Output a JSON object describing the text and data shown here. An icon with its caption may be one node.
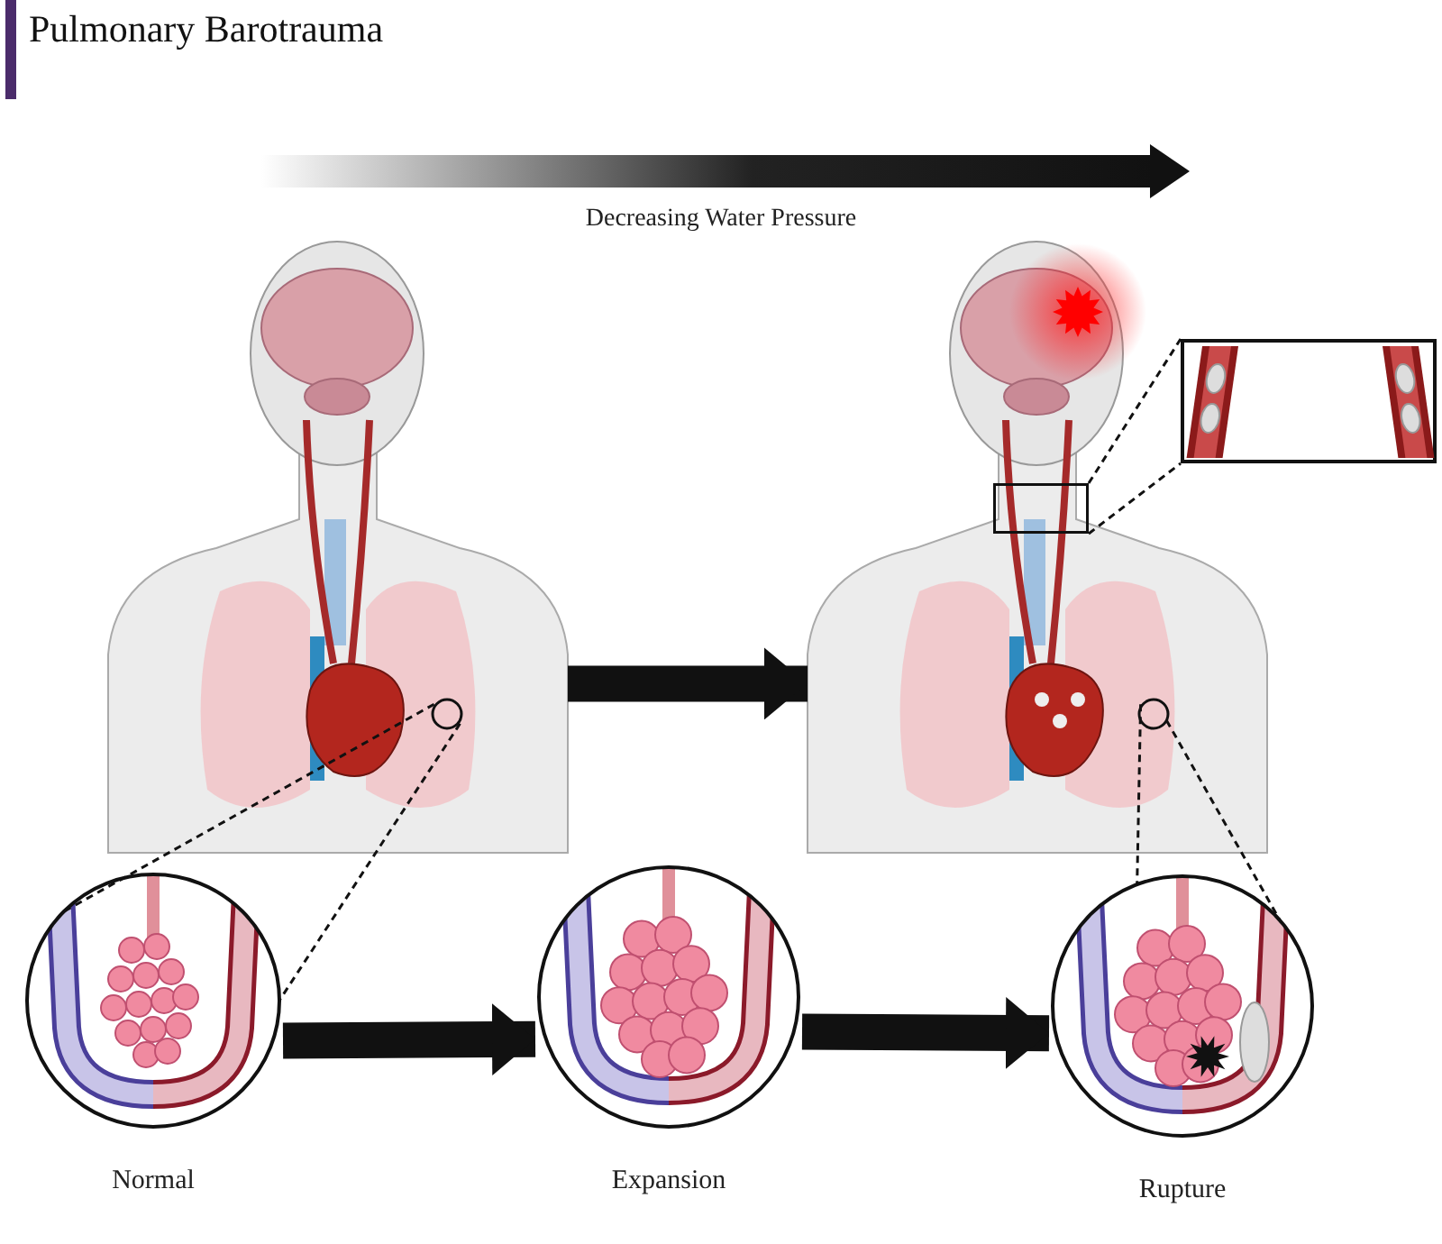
{
  "diagram": {
    "title": "Pulmonary Barotrauma",
    "nodes": [
      {
        "text": [],
        "shape": "picture"
      },
      {
        "text": [],
        "shape": "circle",
        "in": 0
      },
      {
        "text": [],
        "shape": "picture"
      },
      {
        "text": [],
        "shape": "box",
        "in": 2
      },
      {
        "text": [],
        "shape": "picture"
      },
      {
        "text": [],
        "shape": "circle",
        "in": 2
      },
      {
        "text": [
          "Normal"
        ]
      },
      {
        "text": [
          "Expansion"
        ]
      },
      {
        "text": [
          "Rupture"
        ]
      }
    ],
    "edges": [
      {
        "from": 0,
        "to": 2,
        "arrow": "to",
        "style": "thick"
      },
      {
        "from": 1,
        "to": 6,
        "arrow": "none",
        "style": "dashed"
      },
      {
        "from": 1,
        "to": 6,
        "arrow": "none",
        "style": "dashed"
      },
      {
        "from": 6,
        "to": 7,
        "arrow": "to",
        "style": "thick"
      },
      {
        "from": 7,
        "to": 8,
        "arrow": "to",
        "style": "thick"
      },
      {
        "from": 5,
        "to": 8,
        "arrow": "none",
        "style": "dashed"
      },
      {
        "from": 5,
        "to": 8,
        "arrow": "none",
        "style": "dashed"
      },
      {
        "from": 3,
        "to": 4,
        "arrow": "none",
        "style": "dashed"
      },
      {
        "from": 3,
        "to": 4,
        "arrow": "none",
        "style": "dashed"
      }
    ],
    "labels": [
      "Decreasing Water Pressure"
    ]
  }
}
